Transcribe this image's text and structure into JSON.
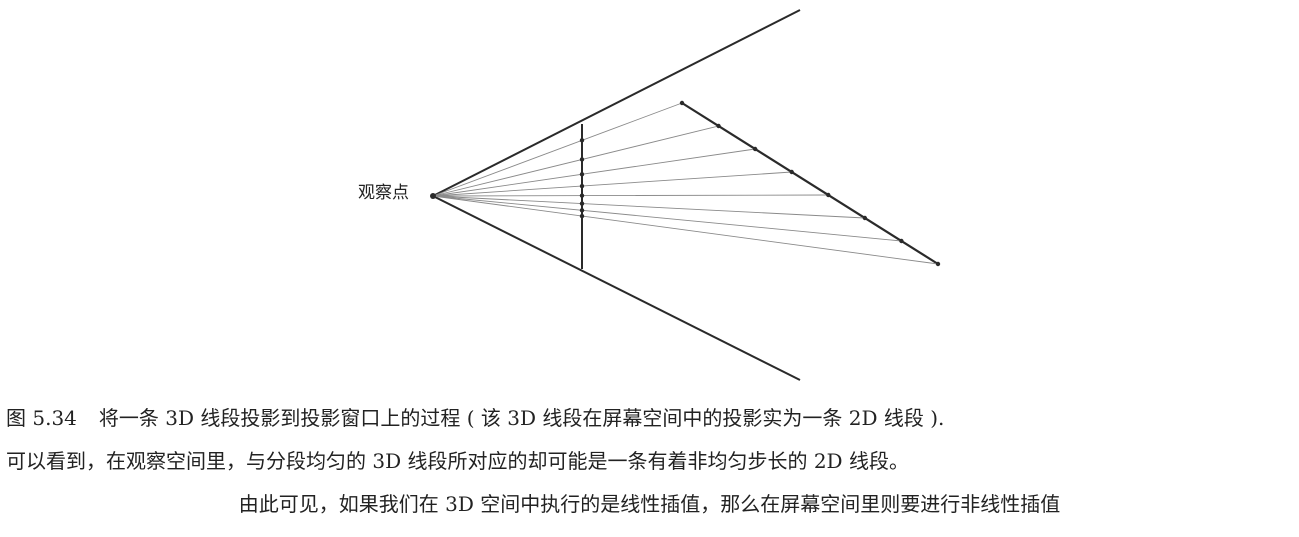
{
  "diagram": {
    "viewpoint_label": "观察点",
    "segment_samples": 8
  },
  "caption": {
    "figure_number": "图 5.34",
    "line1": "将一条 3D 线段投影到投影窗口上的过程 ( 该 3D 线段在屏幕空间中的投影实为一条 2D 线段 ).",
    "line2": "可以看到，在观察空间里，与分段均匀的 3D 线段所对应的却可能是一条有着非均匀步长的 2D 线段。",
    "line3": "由此可见，如果我们在 3D 空间中执行的是线性插值，那么在屏幕空间里则要进行非线性插值"
  }
}
